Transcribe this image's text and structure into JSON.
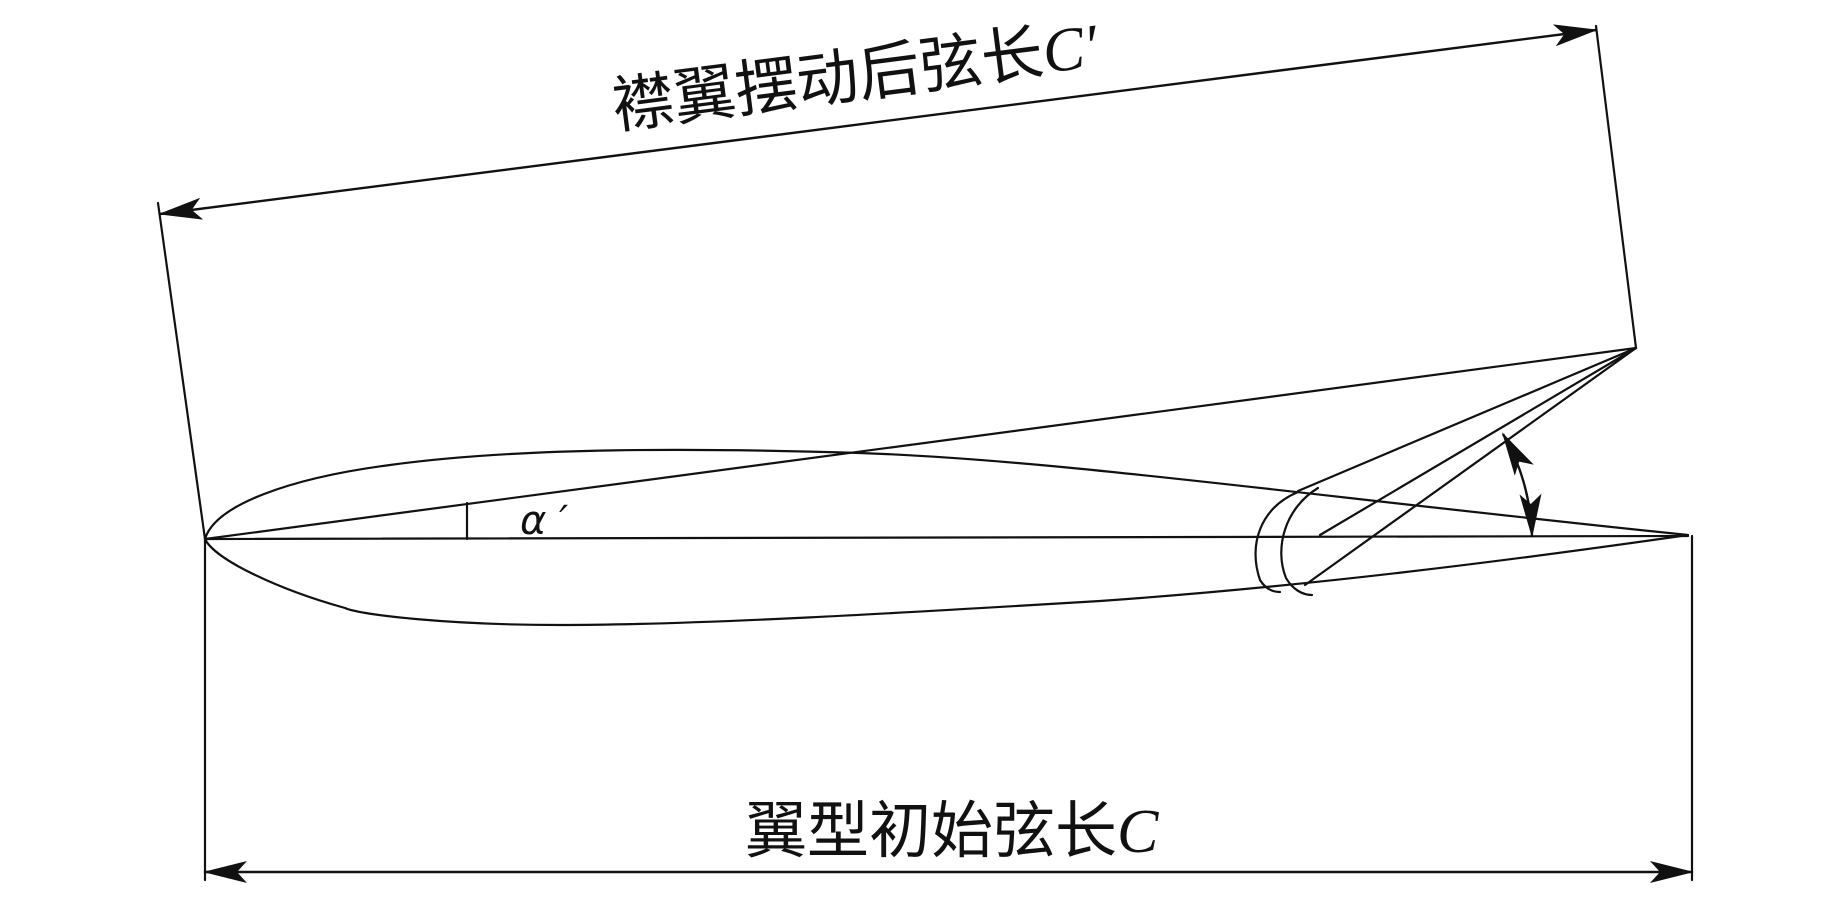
{
  "labels": {
    "flapped_chord_text": "襟翼摆动后弦长",
    "flapped_chord_symbol": "C′",
    "initial_chord_text": "翼型初始弦长",
    "initial_chord_symbol": "C",
    "angle_symbol": "α ′"
  },
  "colors": {
    "stroke": "#111111",
    "background": "#ffffff"
  }
}
